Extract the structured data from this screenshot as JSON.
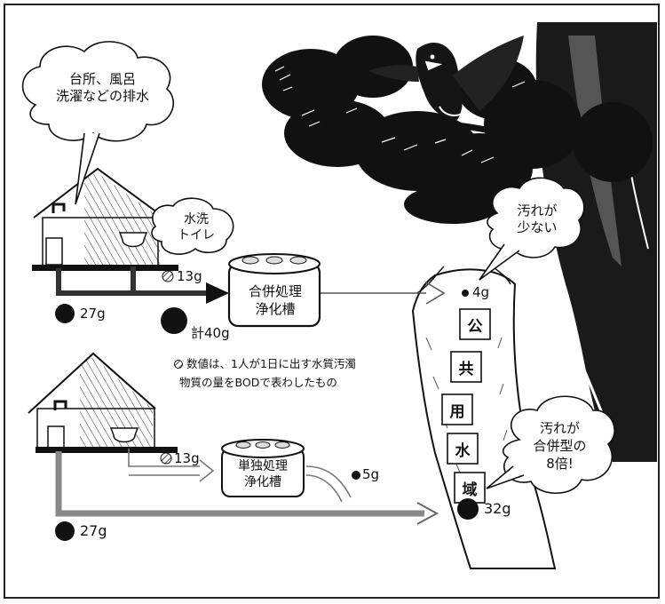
{
  "clouds": {
    "drainage": [
      "台所、風呂",
      "洗濯などの排水"
    ],
    "toilet": [
      "水洗",
      "トイレ"
    ],
    "less_dirty": [
      "汚れが",
      "少ない"
    ],
    "eight_times": [
      "汚れが",
      "合併型の",
      "8倍!"
    ]
  },
  "combined_house": {
    "greywater_amount": "27g",
    "toilet_amount": "13g",
    "total": "計40g",
    "tank_label": [
      "合併処理",
      "浄化槽"
    ],
    "outflow": "4g"
  },
  "single_house": {
    "greywater_amount": "27g",
    "toilet_amount": "13g",
    "tank_label": [
      "単独処理",
      "浄化槽"
    ],
    "tank_outflow": "5g",
    "total_outflow": "32g"
  },
  "note": [
    "数値は、1人が1日に出す水質汚濁",
    "物質の量をBODで表わしたもの"
  ],
  "stream_label": [
    "公",
    "共",
    "用",
    "水",
    "域"
  ]
}
